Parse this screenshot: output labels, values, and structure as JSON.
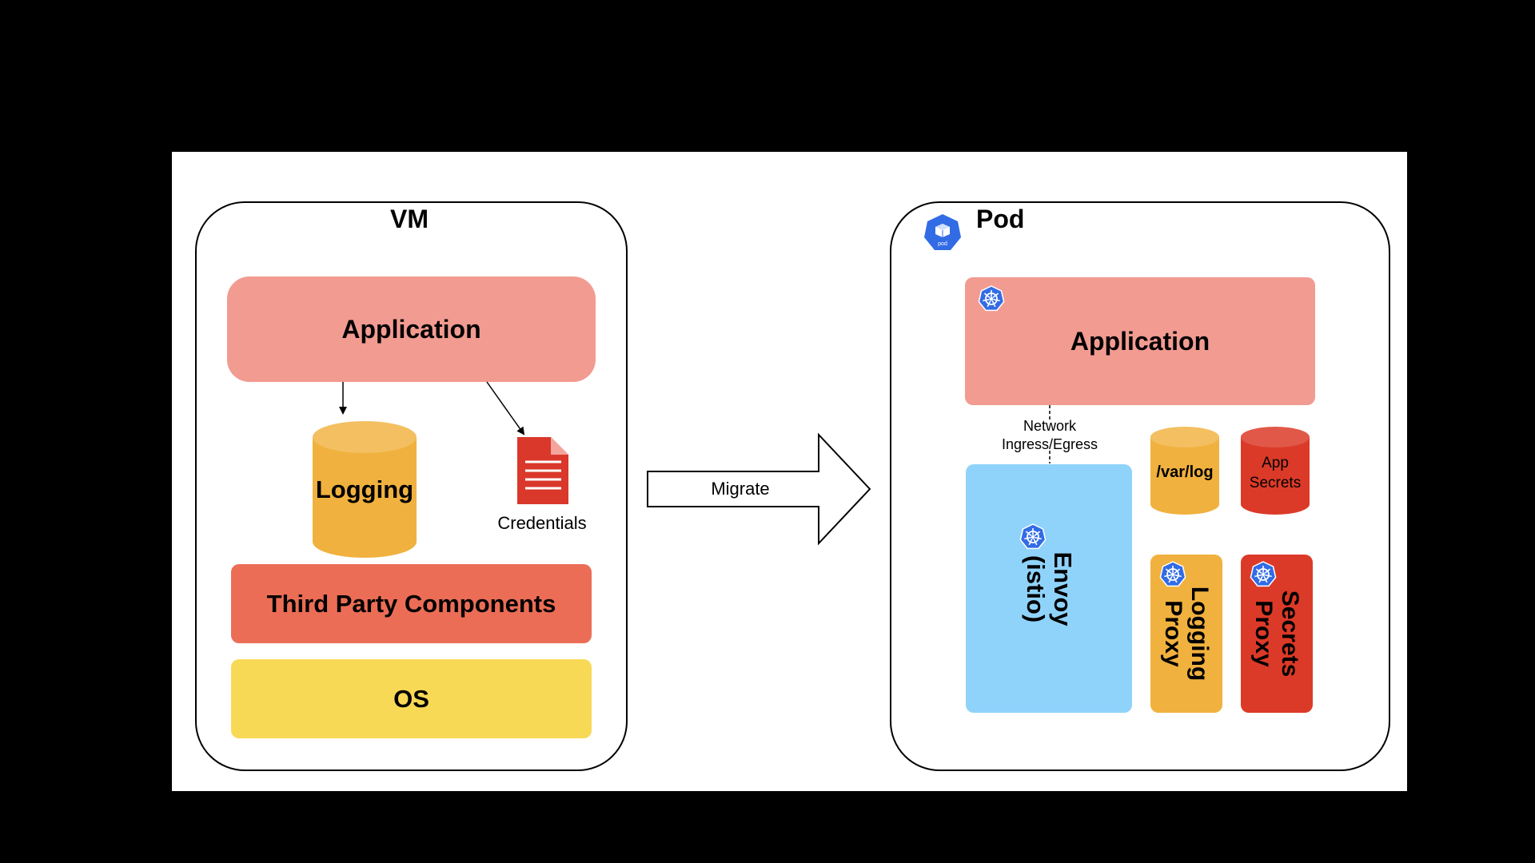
{
  "colors": {
    "app": "#f29b91",
    "logging": "#f0b13e",
    "credentials": "#d9382a",
    "third_party": "#ec6d56",
    "os": "#f8d956",
    "envoy": "#8fd3fb",
    "secrets": "#dc3a28",
    "k8s": "#326ce5"
  },
  "vm": {
    "title": "VM",
    "application": "Application",
    "logging": "Logging",
    "credentials": "Credentials",
    "third_party": "Third Party Components",
    "os": "OS"
  },
  "migrate": {
    "label": "Migrate"
  },
  "pod": {
    "title": "Pod",
    "icon_text": "pod",
    "application": "Application",
    "network_label": [
      "Network",
      "Ingress/Egress"
    ],
    "var_log": "/var/log",
    "app_secrets": [
      "App",
      "Secrets"
    ],
    "envoy": [
      "Envoy",
      "(istio)"
    ],
    "logging_proxy": [
      "Logging",
      "Proxy"
    ],
    "secrets_proxy": [
      "Secrets",
      "Proxy"
    ]
  },
  "icons": {
    "kubernetes": "kubernetes-helm-icon",
    "pod": "kubernetes-pod-icon",
    "document": "document-icon"
  }
}
